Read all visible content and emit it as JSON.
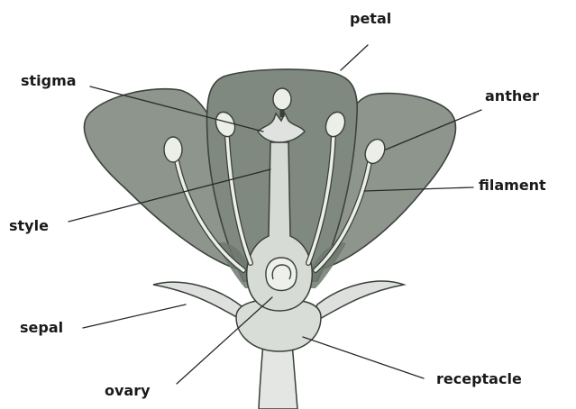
{
  "labels": {
    "petal": "petal",
    "stigma": "stigma",
    "anther": "anther",
    "filament": "filament",
    "style": "style",
    "sepal": "sepal",
    "ovary": "ovary",
    "receptacle": "receptacle"
  },
  "colors": {
    "petal_fill": "#8d958d",
    "petal_inner": "#7e887f",
    "petal_dark": "#6f786f",
    "petal_stroke": "#3d433d",
    "pistil_fill": "#d7dbd6",
    "sepal_fill": "#dde0dc",
    "stem_fill": "#e3e6e2",
    "stamen_fill": "#eceeea",
    "outline": "#3a3f3a",
    "label_text": "#1a1a1a"
  }
}
